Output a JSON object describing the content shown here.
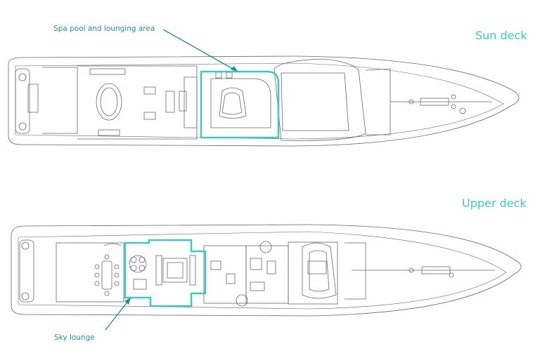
{
  "sun_deck": {
    "title": "Sun deck",
    "callout": "Spa pool and lounging area"
  },
  "upper_deck": {
    "title": "Upper deck",
    "callout": "Sky lounge"
  },
  "colors": {
    "accent": "#3fc8c0",
    "callout_text": "#2a8f8a",
    "line": "#555555"
  }
}
